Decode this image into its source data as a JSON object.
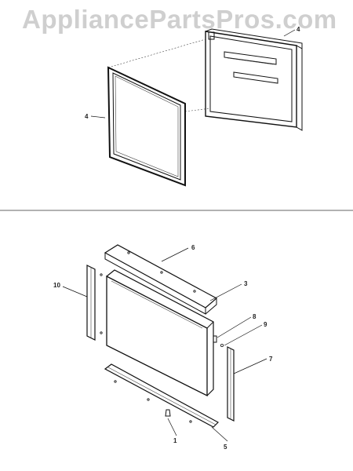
{
  "watermark": {
    "text": "AppliancePartsPros.com"
  },
  "callouts": {
    "top_door": "4",
    "gasket": "4",
    "rail_top": "6",
    "bracket": "3",
    "left_trim": "10",
    "hinge_upper": "8",
    "hinge_lower": "9",
    "right_trim": "7",
    "screw": "1",
    "bottom_bracket": "5"
  }
}
